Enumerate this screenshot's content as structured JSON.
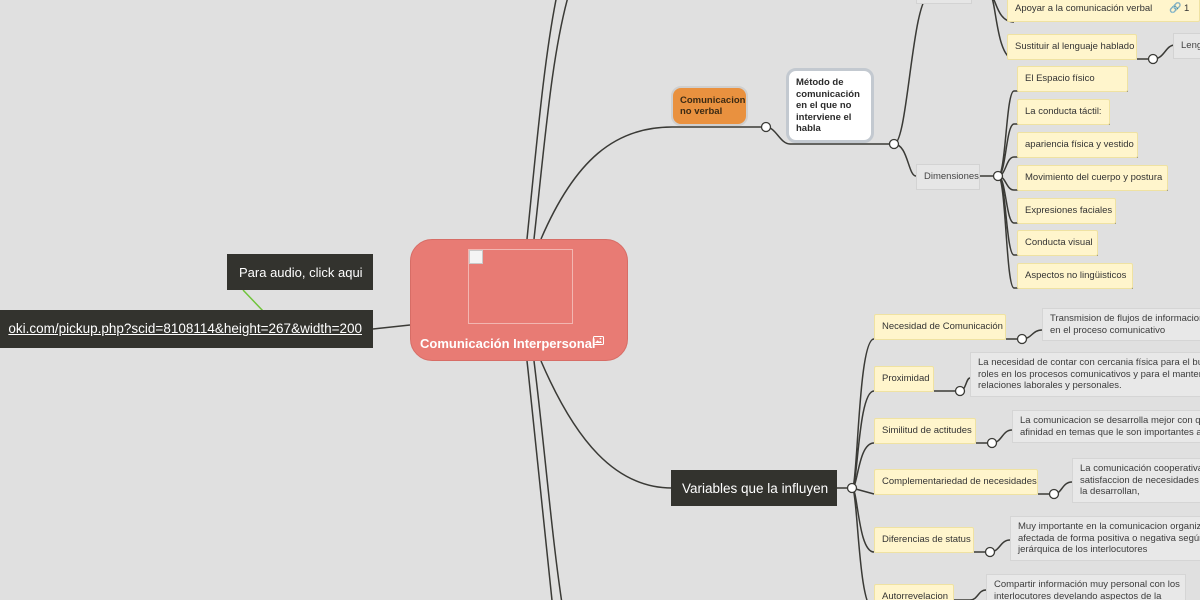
{
  "root": {
    "title": "Comunicación Interpersonal",
    "image_icon": "image-icon"
  },
  "side": {
    "audio_label": "Para audio, click aqui",
    "url": "oki.com/pickup.php?scid=8108114&height=267&width=200"
  },
  "nonverbal": {
    "label": "Comunicacion no verbal",
    "method": "Método de comunicación en el que no interviene el habla",
    "functions": [
      {
        "label": "Apoyar a la comunicación verbal",
        "link_count": "1"
      },
      {
        "label": "Sustituir al lenguaje hablado"
      }
    ],
    "partial_label": "Leng",
    "dimensions_label": "Dimensiones",
    "dimensions": [
      "El Espacio físico",
      "La conducta táctil:",
      "apariencia física y vestido",
      "Movimiento del cuerpo y postura",
      "Expresiones faciales",
      "Conducta visual",
      "Aspectos no lingüisticos"
    ]
  },
  "variables": {
    "label": "Variables que la influyen",
    "items": [
      {
        "label": "Necesidad de Comunicación",
        "desc": [
          "Transmision de flujos de informacion",
          "en el proceso comunicativo"
        ]
      },
      {
        "label": "Proximidad",
        "desc": [
          "La necesidad de contar con cercania física para el buen",
          "roles  en los procesos comunicativos y para el manteni",
          "relaciones laborales y personales."
        ]
      },
      {
        "label": "Similitud de actitudes",
        "desc": [
          "La comunicacion se desarrolla mejor con qu",
          "afinidad en temas que le son importantes a"
        ]
      },
      {
        "label": "Complementariedad de necesidades",
        "desc": [
          "La comunicación cooperativa",
          "satisfaccion de necesidades",
          "la desarrollan,"
        ]
      },
      {
        "label": "Diferencias de status",
        "desc": [
          "Muy importante en la comunicacion organiz",
          "afectada de forma positiva o negativa según",
          "jerárquica de los interlocutores"
        ]
      },
      {
        "label": "Autorrevelacion",
        "desc": [
          "Compartir información muy personal con los",
          "interlocutores develando aspectos de la"
        ]
      }
    ]
  },
  "colors": {
    "root": "#e87b74",
    "orange": "#e9913f",
    "yellow": "#fff5cc",
    "dark": "#33332e",
    "link_green": "#6fc43a",
    "background": "#e0e0e0"
  }
}
